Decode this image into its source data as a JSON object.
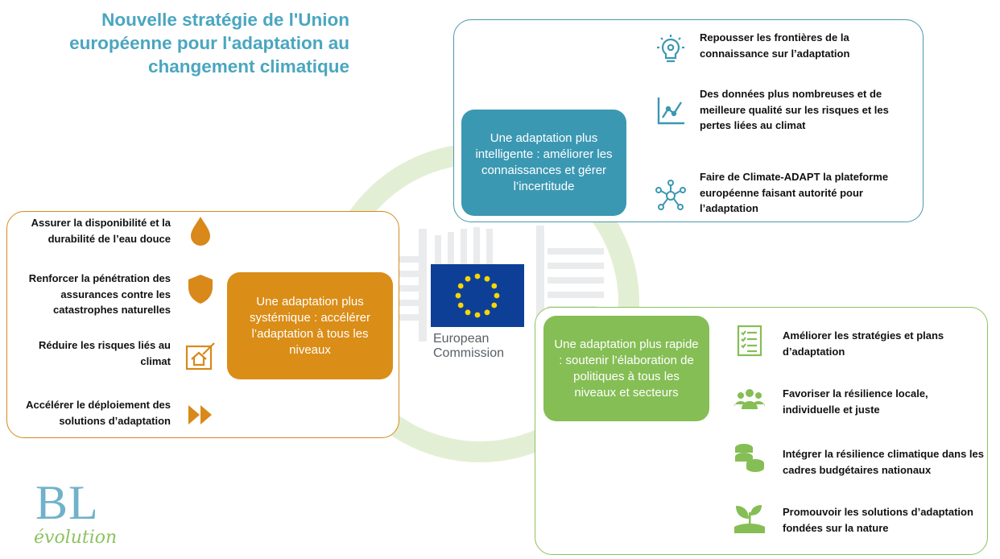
{
  "title": "Nouvelle stratégie de l'Union européenne pour l'adaptation au changement climatique",
  "center": {
    "logo_line1": "European",
    "logo_line2": "Commission"
  },
  "brand": {
    "letters": "BL",
    "tagline": "évolution"
  },
  "colors": {
    "blue": "#3b98b3",
    "orange": "#da8d17",
    "green": "#85be55",
    "title": "#4aa6bf"
  },
  "pillars": {
    "intelligent": {
      "label": "Une adaptation plus intelligente : améliorer les connaissances et gérer l’incertitude",
      "items": [
        {
          "text": "Repousser les frontières de la connaissance sur l’adaptation",
          "icon": "lightbulb-gear-icon"
        },
        {
          "text": "Des données plus nombreuses et de meilleure qualité sur les risques et les pertes liées au climat",
          "icon": "line-chart-icon"
        },
        {
          "text": "Faire de Climate-ADAPT la plateforme européenne faisant autorité pour l’adaptation",
          "icon": "network-icon"
        }
      ]
    },
    "systemic": {
      "label": "Une adaptation plus systémique : accélérer l’adaptation à tous les niveaux",
      "items": [
        {
          "text": "Assurer la disponibilité et la durabilité de l’eau douce",
          "icon": "water-drop-icon"
        },
        {
          "text": "Renforcer la pénétration des assurances contre les catastrophes naturelles",
          "icon": "shield-icon"
        },
        {
          "text": "Réduire les risques liés au climat",
          "icon": "house-plan-icon"
        },
        {
          "text": "Accélérer le déploiement des solutions d’adaptation",
          "icon": "fast-forward-icon"
        }
      ]
    },
    "rapid": {
      "label": "Une adaptation plus rapide : soutenir l’élaboration de politiques à tous les niveaux et secteurs",
      "items": [
        {
          "text": "Améliorer les stratégies et plans d’adaptation",
          "icon": "checklist-icon"
        },
        {
          "text": "Favoriser la résilience locale, individuelle et juste",
          "icon": "people-group-icon"
        },
        {
          "text": "Intégrer la résilience climatique dans les cadres budgétaires nationaux",
          "icon": "coins-icon"
        },
        {
          "text": "Promouvoir les solutions d’adaptation fondées sur la nature",
          "icon": "sprout-icon"
        }
      ]
    }
  }
}
